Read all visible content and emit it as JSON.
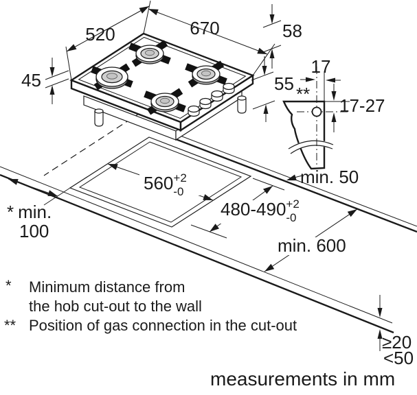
{
  "colors": {
    "ink": "#1a1a1a",
    "background": "#ffffff",
    "burner_cap": "#cfcfcf",
    "burner_shadow": "#b8b8b8"
  },
  "hob": {
    "dim_width": "670",
    "dim_depth": "520",
    "dim_height_rear": "58",
    "dim_height_left": "45",
    "dim_height_below": "55"
  },
  "gas_detail": {
    "dim_offset": "17",
    "dim_range": "17-27",
    "marker": "**"
  },
  "cutout": {
    "dim_length": "560",
    "dim_length_tol_plus": "+2",
    "dim_length_tol_minus": "-0",
    "dim_depth": "480-490",
    "dim_depth_tol_plus": "+2",
    "dim_depth_tol_minus": "-0",
    "dim_rear": "min. 50",
    "dim_side_marker": "*",
    "dim_side_line1": "min.",
    "dim_side_line2": "100",
    "dim_worktop_depth": "min. 600",
    "dim_thickness_min": "≥20",
    "dim_thickness_max": "<50"
  },
  "footnotes": {
    "star_marker": "*",
    "star_line1": "Minimum distance from",
    "star_line2": "the hob cut-out to the wall",
    "double_star_marker": "**",
    "double_star_text": "Position of gas connection in the cut-out"
  },
  "caption": "measurements in mm"
}
